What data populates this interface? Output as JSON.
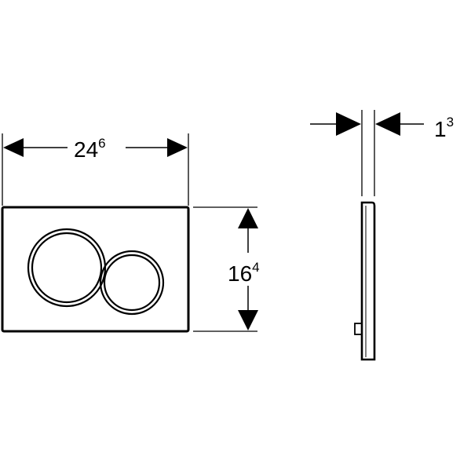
{
  "dimensions": {
    "width": {
      "main": "24",
      "sup": "6"
    },
    "height": {
      "main": "16",
      "sup": "4"
    },
    "thickness": {
      "main": "1",
      "sup": "3"
    }
  },
  "colors": {
    "line": "#000000",
    "background": "#ffffff"
  }
}
